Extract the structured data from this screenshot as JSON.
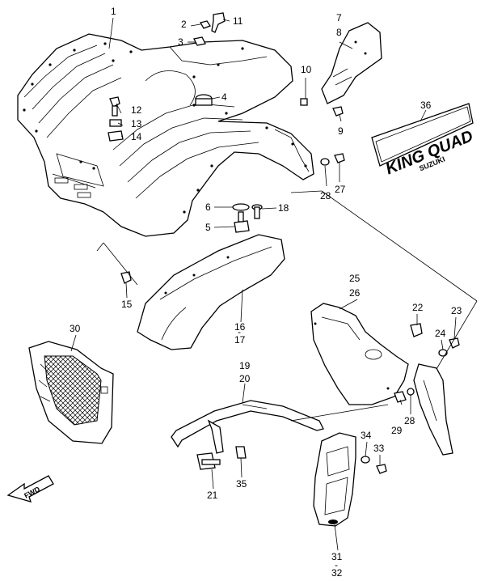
{
  "labels": [
    {
      "id": "p1",
      "text": "1"
    },
    {
      "id": "p2",
      "text": "2"
    },
    {
      "id": "p3",
      "text": "3"
    },
    {
      "id": "p4",
      "text": "4"
    },
    {
      "id": "p5",
      "text": "5"
    },
    {
      "id": "p6",
      "text": "6"
    },
    {
      "id": "p7",
      "text": "7"
    },
    {
      "id": "p8",
      "text": "8"
    },
    {
      "id": "p9",
      "text": "9"
    },
    {
      "id": "p10",
      "text": "10"
    },
    {
      "id": "p11",
      "text": "11"
    },
    {
      "id": "p12",
      "text": "12"
    },
    {
      "id": "p13",
      "text": "13"
    },
    {
      "id": "p14",
      "text": "14"
    },
    {
      "id": "p15",
      "text": "15"
    },
    {
      "id": "p16",
      "text": "16"
    },
    {
      "id": "p17",
      "text": "17"
    },
    {
      "id": "p18",
      "text": "18"
    },
    {
      "id": "p19",
      "text": "19"
    },
    {
      "id": "p20",
      "text": "20"
    },
    {
      "id": "p21",
      "text": "21"
    },
    {
      "id": "p22",
      "text": "22"
    },
    {
      "id": "p23",
      "text": "23"
    },
    {
      "id": "p24",
      "text": "24"
    },
    {
      "id": "p25",
      "text": "25"
    },
    {
      "id": "p26",
      "text": "26"
    },
    {
      "id": "p27",
      "text": "27"
    },
    {
      "id": "p28a",
      "text": "28"
    },
    {
      "id": "p28b",
      "text": "28"
    },
    {
      "id": "p29",
      "text": "29"
    },
    {
      "id": "p30",
      "text": "30"
    },
    {
      "id": "p31",
      "text": "31"
    },
    {
      "id": "p32",
      "text": "32"
    },
    {
      "id": "p33",
      "text": "33"
    },
    {
      "id": "p34",
      "text": "34"
    },
    {
      "id": "p35",
      "text": "35"
    },
    {
      "id": "p36",
      "text": "36"
    }
  ],
  "decal_text_main": "KING QUAD",
  "decal_text_sub": "SUZUKI",
  "fwd_label": "FWD"
}
